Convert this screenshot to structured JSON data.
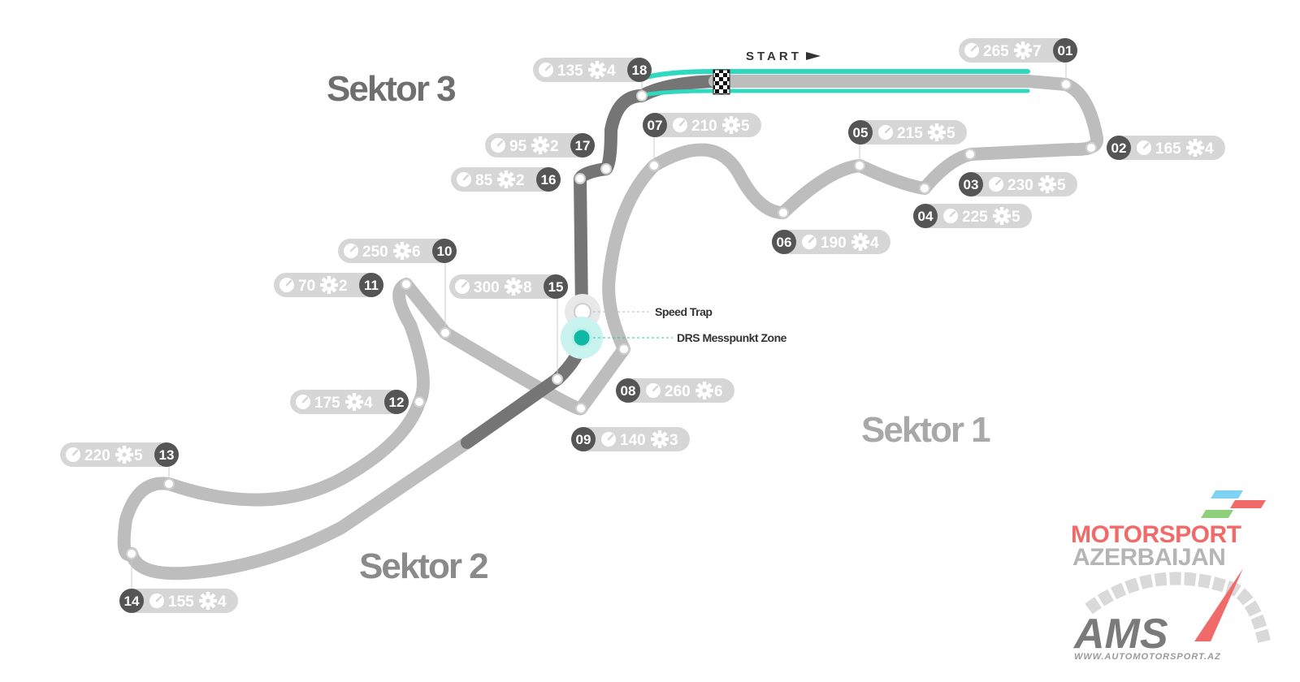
{
  "sectors": [
    {
      "id": "sektor-1",
      "label": "Sektor 1"
    },
    {
      "id": "sektor-2",
      "label": "Sektor 2"
    },
    {
      "id": "sektor-3",
      "label": "Sektor 3"
    }
  ],
  "start_label": "START",
  "speed_trap_label": "Speed Trap",
  "drs_label": "DRS Messpunkt Zone",
  "corners": [
    {
      "number": "01",
      "speed": "265",
      "gear": "7"
    },
    {
      "number": "02",
      "speed": "165",
      "gear": "4"
    },
    {
      "number": "03",
      "speed": "230",
      "gear": "5"
    },
    {
      "number": "04",
      "speed": "225",
      "gear": "5"
    },
    {
      "number": "05",
      "speed": "215",
      "gear": "5"
    },
    {
      "number": "06",
      "speed": "190",
      "gear": "4"
    },
    {
      "number": "07",
      "speed": "210",
      "gear": "5"
    },
    {
      "number": "08",
      "speed": "260",
      "gear": "6"
    },
    {
      "number": "09",
      "speed": "140",
      "gear": "3"
    },
    {
      "number": "10",
      "speed": "250",
      "gear": "6"
    },
    {
      "number": "11",
      "speed": "70",
      "gear": "2"
    },
    {
      "number": "12",
      "speed": "175",
      "gear": "4"
    },
    {
      "number": "13",
      "speed": "220",
      "gear": "5"
    },
    {
      "number": "14",
      "speed": "155",
      "gear": "4"
    },
    {
      "number": "15",
      "speed": "300",
      "gear": "8"
    },
    {
      "number": "16",
      "speed": "85",
      "gear": "2"
    },
    {
      "number": "17",
      "speed": "95",
      "gear": "2"
    },
    {
      "number": "18",
      "speed": "135",
      "gear": "4"
    }
  ],
  "logo": {
    "line1": "MOTORSPORT",
    "line2": "AZERBAIJAN",
    "mark": "AMS",
    "url": "WWW.AUTOMOTORSPORT.AZ"
  },
  "colors": {
    "track_light": "#bdbdbd",
    "track_dark": "#757575",
    "drs_zone": "#2fd9c0",
    "number_badge": "#555555",
    "pill": "#d6d6d6",
    "sector_text": "#7a7a7a",
    "logo_red": "#f06a6a",
    "logo_grey": "#b5b5b5"
  },
  "icons": {
    "speed": "speedometer-icon",
    "gear": "gear-icon",
    "flag": "checkered-flag-icon"
  }
}
